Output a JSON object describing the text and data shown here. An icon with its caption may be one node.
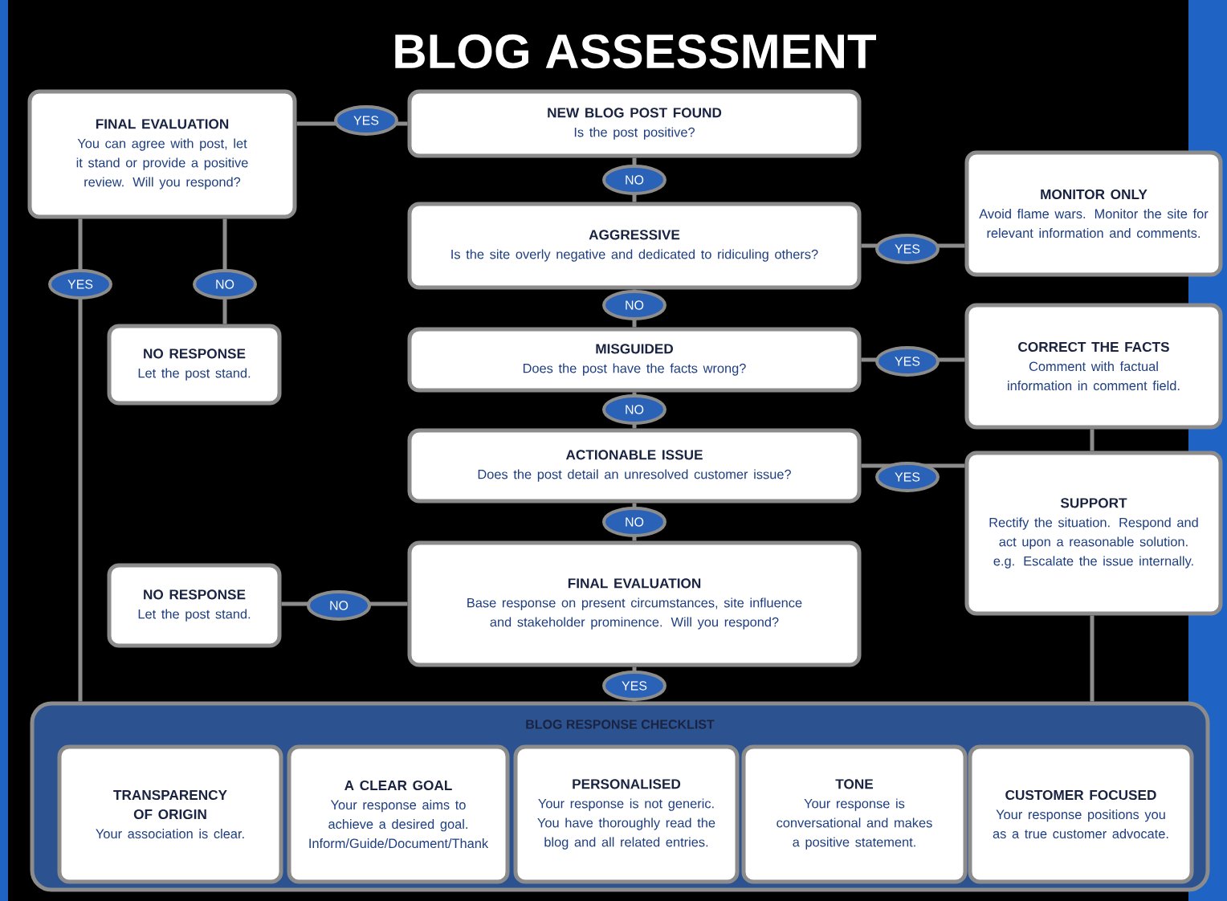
{
  "diagram": {
    "title": "BLOG ASSESSMENT",
    "nodes": [
      {
        "text": [
          "FINAL EVALUATION",
          "You can agree with post, let it stand or provide a positive review. Will you respond?"
        ]
      },
      {
        "text": [
          "NEW BLOG POST FOUND",
          "Is the post positive?"
        ]
      },
      {
        "text": [
          "AGGRESSIVE",
          "Is the site overly negative and dedicated to ridiculing others?"
        ]
      },
      {
        "text": [
          "MONITOR ONLY",
          "Avoid flame wars. Monitor the site for relevant information and comments."
        ]
      },
      {
        "text": [
          "NO RESPONSE",
          "Let the post stand."
        ]
      },
      {
        "text": [
          "MISGUIDED",
          "Does the post have the facts wrong?"
        ]
      },
      {
        "text": [
          "CORRECT THE FACTS",
          "Comment with factual information in comment field."
        ]
      },
      {
        "text": [
          "ACTIONABLE ISSUE",
          "Does the post detail an unresolved customer issue?"
        ]
      },
      {
        "text": [
          "SUPPORT",
          "Rectify the situation. Respond and act upon a reasonable solution. e.g. Escalate the issue internally."
        ]
      },
      {
        "text": [
          "NO RESPONSE",
          "Let the post stand."
        ]
      },
      {
        "text": [
          "FINAL EVALUATION",
          "Base response on present circumstances, site influence and stakeholder prominence. Will you respond?"
        ]
      },
      {
        "text": [
          "BLOG RESPONSE CHECKLIST"
        ]
      },
      {
        "text": [
          "TRANSPARENCY OF ORIGIN",
          "Your association is clear."
        ],
        "in": 11
      },
      {
        "text": [
          "A CLEAR GOAL",
          "Your response aims to achieve a desired goal. Inform/Guide/Document/Thank"
        ],
        "in": 11
      },
      {
        "text": [
          "PERSONALISED",
          "Your response is not generic. You have thoroughly read the blog and all related entries."
        ],
        "in": 11
      },
      {
        "text": [
          "TONE",
          "Your response is conversational and makes a positive statement."
        ],
        "in": 11
      },
      {
        "text": [
          "CUSTOMER FOCUSED",
          "Your response positions you as a true customer advocate."
        ],
        "in": 11
      }
    ],
    "edges": [
      {
        "from": 1,
        "to": 0,
        "arrow": "none",
        "label": "YES"
      },
      {
        "from": 1,
        "to": 2,
        "arrow": "none",
        "label": "NO"
      },
      {
        "from": 2,
        "to": 3,
        "arrow": "none",
        "label": "YES"
      },
      {
        "from": 2,
        "to": 5,
        "arrow": "none",
        "label": "NO"
      },
      {
        "from": 5,
        "to": 6,
        "arrow": "none",
        "label": "YES"
      },
      {
        "from": 5,
        "to": 7,
        "arrow": "none",
        "label": "NO"
      },
      {
        "from": 7,
        "to": 8,
        "arrow": "none",
        "label": "YES"
      },
      {
        "from": 7,
        "to": 10,
        "arrow": "none",
        "label": "NO"
      },
      {
        "from": 10,
        "to": 9,
        "arrow": "none",
        "label": "NO"
      },
      {
        "from": 10,
        "to": 11,
        "arrow": "none",
        "label": "YES"
      },
      {
        "from": 0,
        "to": 4,
        "arrow": "none",
        "label": "NO"
      },
      {
        "from": 0,
        "to": 11,
        "arrow": "none",
        "label": "YES"
      },
      {
        "from": 6,
        "to": 8,
        "arrow": "none"
      },
      {
        "from": 8,
        "to": 11,
        "arrow": "none"
      }
    ]
  }
}
